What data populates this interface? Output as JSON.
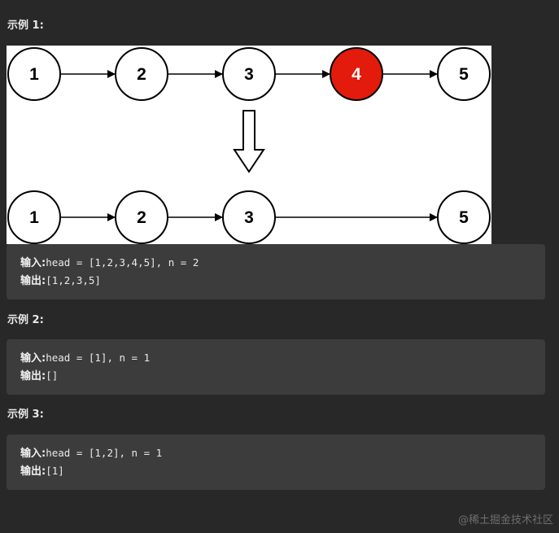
{
  "examples": [
    {
      "title": "示例 1:",
      "diagram": {
        "before": [
          {
            "label": "1",
            "highlighted": false
          },
          {
            "label": "2",
            "highlighted": false
          },
          {
            "label": "3",
            "highlighted": false
          },
          {
            "label": "4",
            "highlighted": true
          },
          {
            "label": "5",
            "highlighted": false
          }
        ],
        "after": [
          "1",
          "2",
          "3",
          "5"
        ]
      },
      "input_label": "输入:",
      "input_value": "head = [1,2,3,4,5], n = 2",
      "output_label": "输出:",
      "output_value": "[1,2,3,5]"
    },
    {
      "title": "示例 2:",
      "input_label": "输入:",
      "input_value": "head = [1], n = 1",
      "output_label": "输出:",
      "output_value": "[]"
    },
    {
      "title": "示例 3:",
      "input_label": "输入:",
      "input_value": "head = [1,2], n = 1",
      "output_label": "输出:",
      "output_value": "[1]"
    }
  ],
  "colors": {
    "background": "#282828",
    "code_box": "#3c3c3c",
    "highlight_node": "#e31b0c"
  },
  "watermark": "@稀土掘金技术社区"
}
